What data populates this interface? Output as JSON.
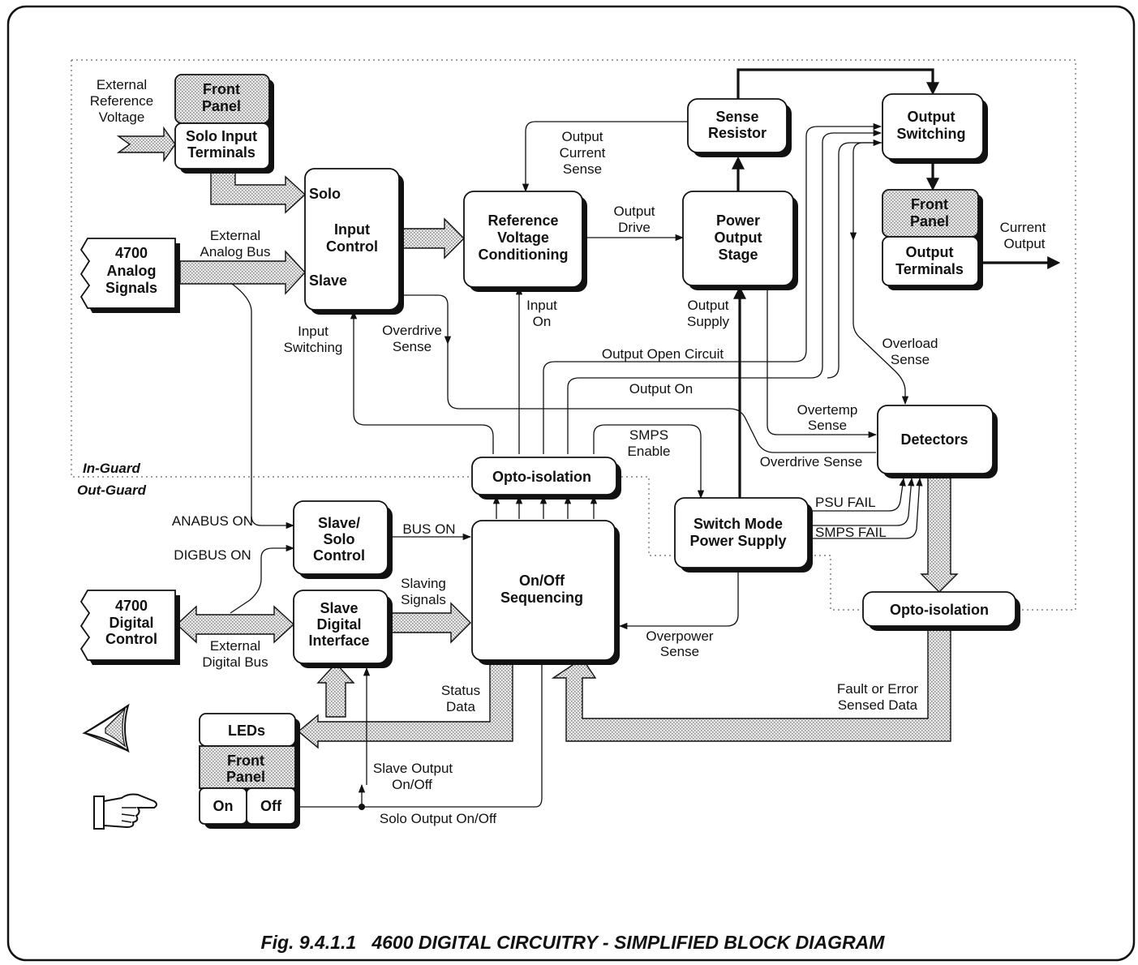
{
  "caption": "Fig. 9.4.1.1   4600 DIGITAL CIRCUITRY - SIMPLIFIED BLOCK DIAGRAM",
  "zones": {
    "in_guard": "In-Guard",
    "out_guard": "Out-Guard"
  },
  "blocks": {
    "front_panel_in": [
      "Front",
      "Panel"
    ],
    "solo_input_terminals": [
      "Solo Input",
      "Terminals"
    ],
    "analog_signals": [
      "4700",
      "Analog",
      "Signals"
    ],
    "input_control": {
      "solo": "Solo",
      "title": [
        "Input",
        "Control"
      ],
      "slave": "Slave"
    },
    "ref_voltage": [
      "Reference",
      "Voltage",
      "Conditioning"
    ],
    "sense_resistor": [
      "Sense",
      "Resistor"
    ],
    "power_output_stage": [
      "Power",
      "Output",
      "Stage"
    ],
    "output_switching": [
      "Output",
      "Switching"
    ],
    "front_panel_out": [
      "Front",
      "Panel"
    ],
    "output_terminals": [
      "Output",
      "Terminals"
    ],
    "detectors": "Detectors",
    "opto_isolation_left": "Opto-isolation",
    "opto_isolation_right": "Opto-isolation",
    "switch_mode_psu": [
      "Switch Mode",
      "Power Supply"
    ],
    "slave_solo_control": [
      "Slave/",
      "Solo",
      "Control"
    ],
    "on_off_sequencing": [
      "On/Off",
      "Sequencing"
    ],
    "digital_control": [
      "4700",
      "Digital",
      "Control"
    ],
    "slave_digital_interface": [
      "Slave",
      "Digital",
      "Interface"
    ],
    "leds": "LEDs",
    "front_panel_bottom": [
      "Front",
      "Panel"
    ],
    "on_button": "On",
    "off_button": "Off"
  },
  "signals": {
    "external_reference_voltage": [
      "External",
      "Reference",
      "Voltage"
    ],
    "external_analog_bus": [
      "External",
      "Analog Bus"
    ],
    "output_current_sense": [
      "Output",
      "Current",
      "Sense"
    ],
    "output_drive": [
      "Output",
      "Drive"
    ],
    "current_output": [
      "Current",
      "Output"
    ],
    "input_on": [
      "Input",
      "On"
    ],
    "output_supply": [
      "Output",
      "Supply"
    ],
    "input_switching": [
      "Input",
      "Switching"
    ],
    "overdrive_sense_1": [
      "Overdrive",
      "Sense"
    ],
    "overload_sense": [
      "Overload",
      "Sense"
    ],
    "output_open_circuit": "Output Open Circuit",
    "output_on": "Output On",
    "overtemp_sense": [
      "Overtemp",
      "Sense"
    ],
    "smps_enable": [
      "SMPS",
      "Enable"
    ],
    "overdrive_sense_2": "Overdrive Sense",
    "psu_fail": "PSU FAIL",
    "smps_fail": "SMPS FAIL",
    "anabus_on": "ANABUS ON",
    "bus_on": "BUS ON",
    "digbus_on": "DIGBUS ON",
    "slaving_signals": [
      "Slaving",
      "Signals"
    ],
    "external_digital_bus": [
      "External",
      "Digital Bus"
    ],
    "overpower_sense": [
      "Overpower",
      "Sense"
    ],
    "status_data": [
      "Status",
      "Data"
    ],
    "fault_error_data": [
      "Fault or Error",
      "Sensed Data"
    ],
    "slave_output_onoff": [
      "Slave Output",
      "On/Off"
    ],
    "solo_output_onoff": "Solo Output On/Off"
  },
  "icons": [
    "eye-icon",
    "pointing-hand-icon"
  ]
}
